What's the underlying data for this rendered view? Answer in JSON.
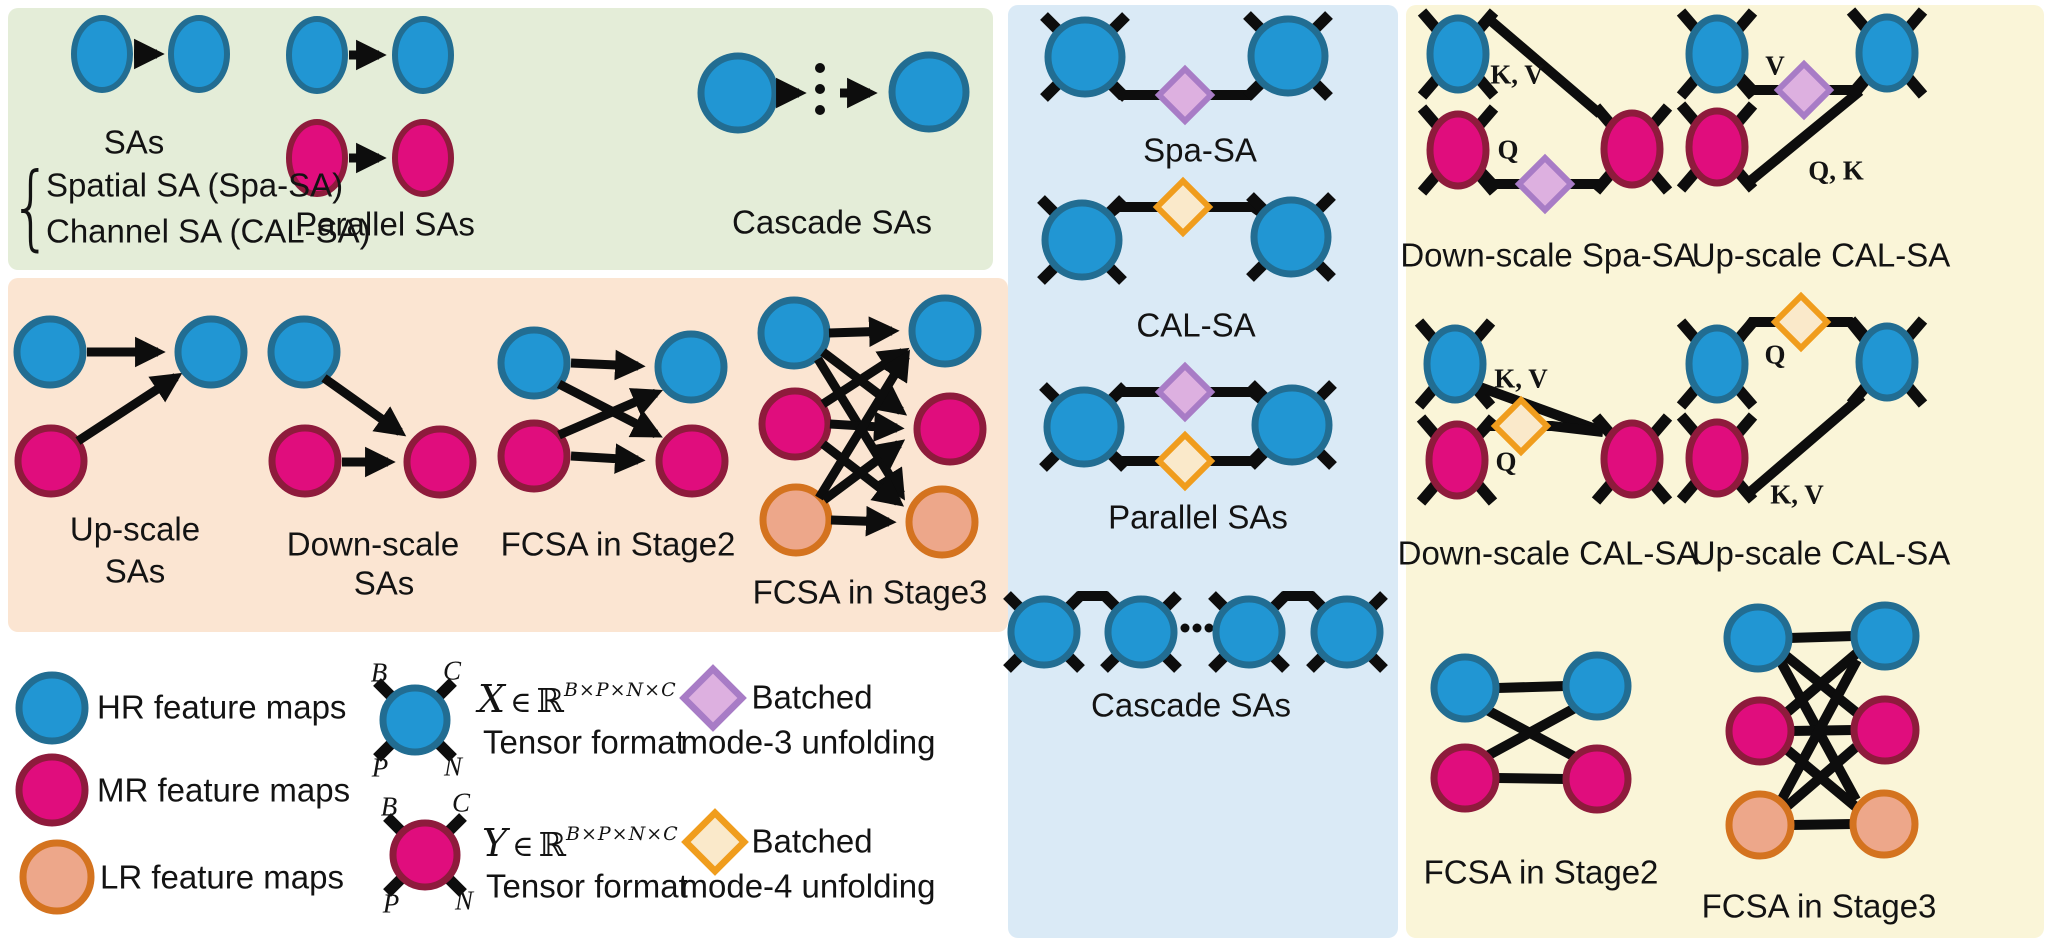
{
  "green": {
    "sas_label": "SAs",
    "brace": "{",
    "sas_line1": "Spatial SA (Spa-SA)",
    "sas_line2": "Channel SA (CAL-SA)",
    "parallel_label": "Parallel SAs",
    "cascade_label": "Cascade SAs"
  },
  "peach": {
    "upscale_line1": "Up-scale",
    "upscale_line2": "SAs",
    "downscale_line1": "Down-scale",
    "downscale_line2": "SAs",
    "fcsa2_label": "FCSA in Stage2",
    "fcsa3_label": "FCSA in Stage3"
  },
  "legend": {
    "hr": "HR feature maps",
    "mr": "MR feature maps",
    "lr": "LR feature maps",
    "tensor_x": {
      "b": "B",
      "c": "C",
      "p": "P",
      "n": "N",
      "var": "X",
      "rel": "∈",
      "set": "ℝ",
      "sup": "B×P×N×C",
      "caption": "Tensor format"
    },
    "tensor_y": {
      "b": "B",
      "c": "C",
      "p": "P",
      "n": "N",
      "var": "Y",
      "rel": "∈",
      "set": "ℝ",
      "sup": "B×P×N×C",
      "caption": "Tensor format"
    },
    "mode3_title": "Batched",
    "mode3_sub": "mode-3 unfolding",
    "mode4_title": "Batched",
    "mode4_sub": "mode-4 unfolding"
  },
  "blue": {
    "spa_label": "Spa-SA",
    "cal_label": "CAL-SA",
    "parallel_label": "Parallel SAs",
    "cascade_label": "Cascade SAs"
  },
  "yellow": {
    "row1_left_label": "Down-scale Spa-SA",
    "row1_left_kv": "K, V",
    "row1_left_q": "Q",
    "row1_right_label": "Up-scale CAL-SA",
    "row1_right_v": "V",
    "row1_right_qk": "Q, K",
    "row2_left_label": "Down-scale CAL-SA",
    "row2_left_kv": "K, V",
    "row2_left_q": "Q",
    "row2_right_label": "Up-scale CAL-SA",
    "row2_right_q": "Q",
    "row2_right_kv": "K, V",
    "fcsa2_label": "FCSA in Stage2",
    "fcsa3_label": "FCSA in Stage3"
  },
  "colors": {
    "hr_fill": "#2196d3",
    "hr_stroke": "#226d92",
    "mr_fill": "#e00d7d",
    "mr_stroke": "#8e1b3c",
    "lr_fill": "#eda78a",
    "lr_stroke": "#d4731f",
    "mode3_fill": "#ddb0e0",
    "mode3_stroke": "#a87cc6",
    "mode4_fill": "#fae9ca",
    "mode4_stroke": "#f09d1d",
    "panel_green": "#e4edd8",
    "panel_peach": "#fbe5d2",
    "panel_blue": "#daeaf6",
    "panel_yellow": "#faf5d8",
    "line": "#0d0d0d"
  }
}
